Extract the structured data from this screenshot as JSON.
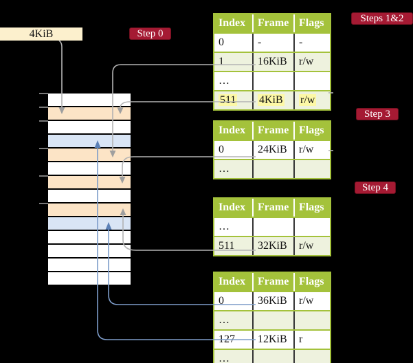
{
  "cr3_box": {
    "label": "4KiB"
  },
  "labels": {
    "step0": "Step 0",
    "steps12": "Steps 1&2",
    "step3": "Step 3",
    "step4": "Step 4"
  },
  "tables": {
    "headers": [
      "Index",
      "Frame",
      "Flags"
    ],
    "l4": {
      "rows": [
        [
          "0",
          "-",
          "-"
        ],
        [
          "1",
          "16KiB",
          "r/w"
        ],
        [
          "…",
          "",
          ""
        ],
        [
          "511",
          "4KiB",
          "r/w"
        ]
      ]
    },
    "l3": {
      "rows": [
        [
          "0",
          "24KiB",
          "r/w"
        ],
        [
          "…",
          "",
          ""
        ]
      ]
    },
    "l2": {
      "rows": [
        [
          "…",
          "",
          ""
        ],
        [
          "511",
          "32KiB",
          "r/w"
        ]
      ]
    },
    "l1": {
      "rows": [
        [
          "0",
          "36KiB",
          "r/w"
        ],
        [
          "…",
          "",
          ""
        ],
        [
          "127",
          "12KiB",
          "r"
        ],
        [
          "…",
          "",
          ""
        ]
      ]
    }
  },
  "memory": {
    "rows": [
      "white",
      "peach",
      "white",
      "blue",
      "peach",
      "white",
      "peach",
      "white",
      "peach",
      "blue",
      "white",
      "white",
      "white",
      "white"
    ]
  },
  "colors": {
    "table_green": "#a4c23b",
    "row_light_green": "#eef2de",
    "frame_peach": "#fce4c6",
    "frame_blue": "#d9e5f5",
    "cr3_cream": "#fcf0cd",
    "label_red": "#a51a33",
    "highlight_yellow": "#fdf8a6",
    "arrow_gray": "#b3b3b3",
    "arrow_blue": "#7d9cc9"
  }
}
